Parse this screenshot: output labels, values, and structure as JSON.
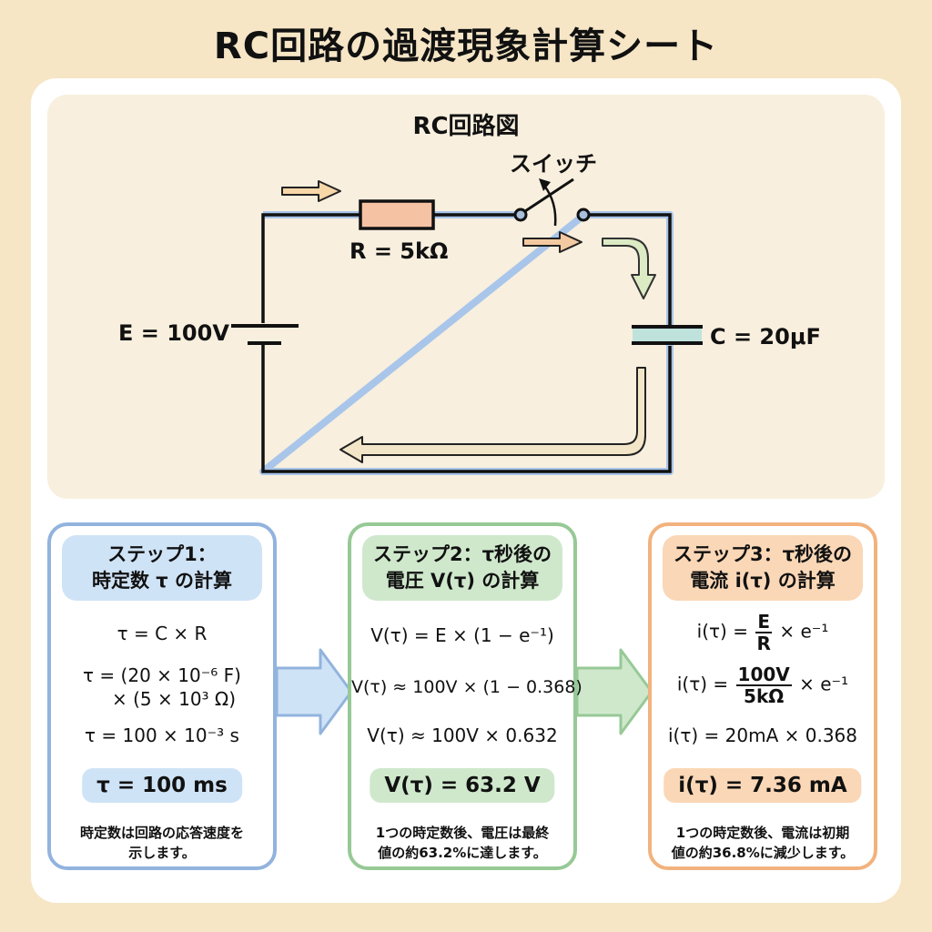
{
  "title": "RC回路の過渡現象計算シート",
  "diagram": {
    "title": "RC回路図",
    "switch_label": "スイッチ",
    "resistor_label": "R = 5kΩ",
    "source_label": "E = 100V",
    "capacitor_label": "C = 20μF",
    "colors": {
      "wire": "#111111",
      "wire_glow": "#a9c6ea",
      "resistor": "#f6c2a4",
      "capacitor": "#bfe3dc",
      "current_arrow_orange": "#f7d6a8",
      "current_arrow_green": "#dcebc4",
      "return_arrow": "#f3e6c8"
    }
  },
  "steps": [
    {
      "id": "step1",
      "heading": [
        "ステップ1：",
        "時定数 τ の計算"
      ],
      "lines": [
        "τ = C × R",
        "τ = (20 × 10⁻⁶ F)",
        "× (5 × 10³ Ω)",
        "τ = 100 × 10⁻³ s"
      ],
      "result": "τ = 100 ms",
      "note": [
        "時定数は回路の応答速度を",
        "示します。"
      ],
      "accent": "#92b3dd"
    },
    {
      "id": "step2",
      "heading": [
        "ステップ2：τ秒後の",
        "電圧 V(τ) の計算"
      ],
      "lines": [
        "V(τ) = E × (1 − e⁻¹)",
        "V(τ) ≈ 100V × (1 − 0.368)",
        "V(τ) ≈ 100V × 0.632"
      ],
      "result": "V(τ) = 63.2 V",
      "note": [
        "1つの時定数後、電圧は最終",
        "値の約63.2%に達します。"
      ],
      "accent": "#97c996"
    },
    {
      "id": "step3",
      "heading": [
        "ステップ3：τ秒後の",
        "電流 i(τ) の計算"
      ],
      "lines": {
        "l1_prefix": "i(τ) =",
        "l1_num": "E",
        "l1_den": "R",
        "l1_suffix": "× e⁻¹",
        "l2_prefix": "i(τ) =",
        "l2_num": "100V",
        "l2_den": "5kΩ",
        "l2_suffix": "× e⁻¹",
        "l3": "i(τ) = 20mA × 0.368"
      },
      "result": "i(τ) = 7.36 mA",
      "note": [
        "1つの時定数後、電流は初期",
        "値の約36.8%に減少します。"
      ],
      "accent": "#f2b27e"
    }
  ]
}
